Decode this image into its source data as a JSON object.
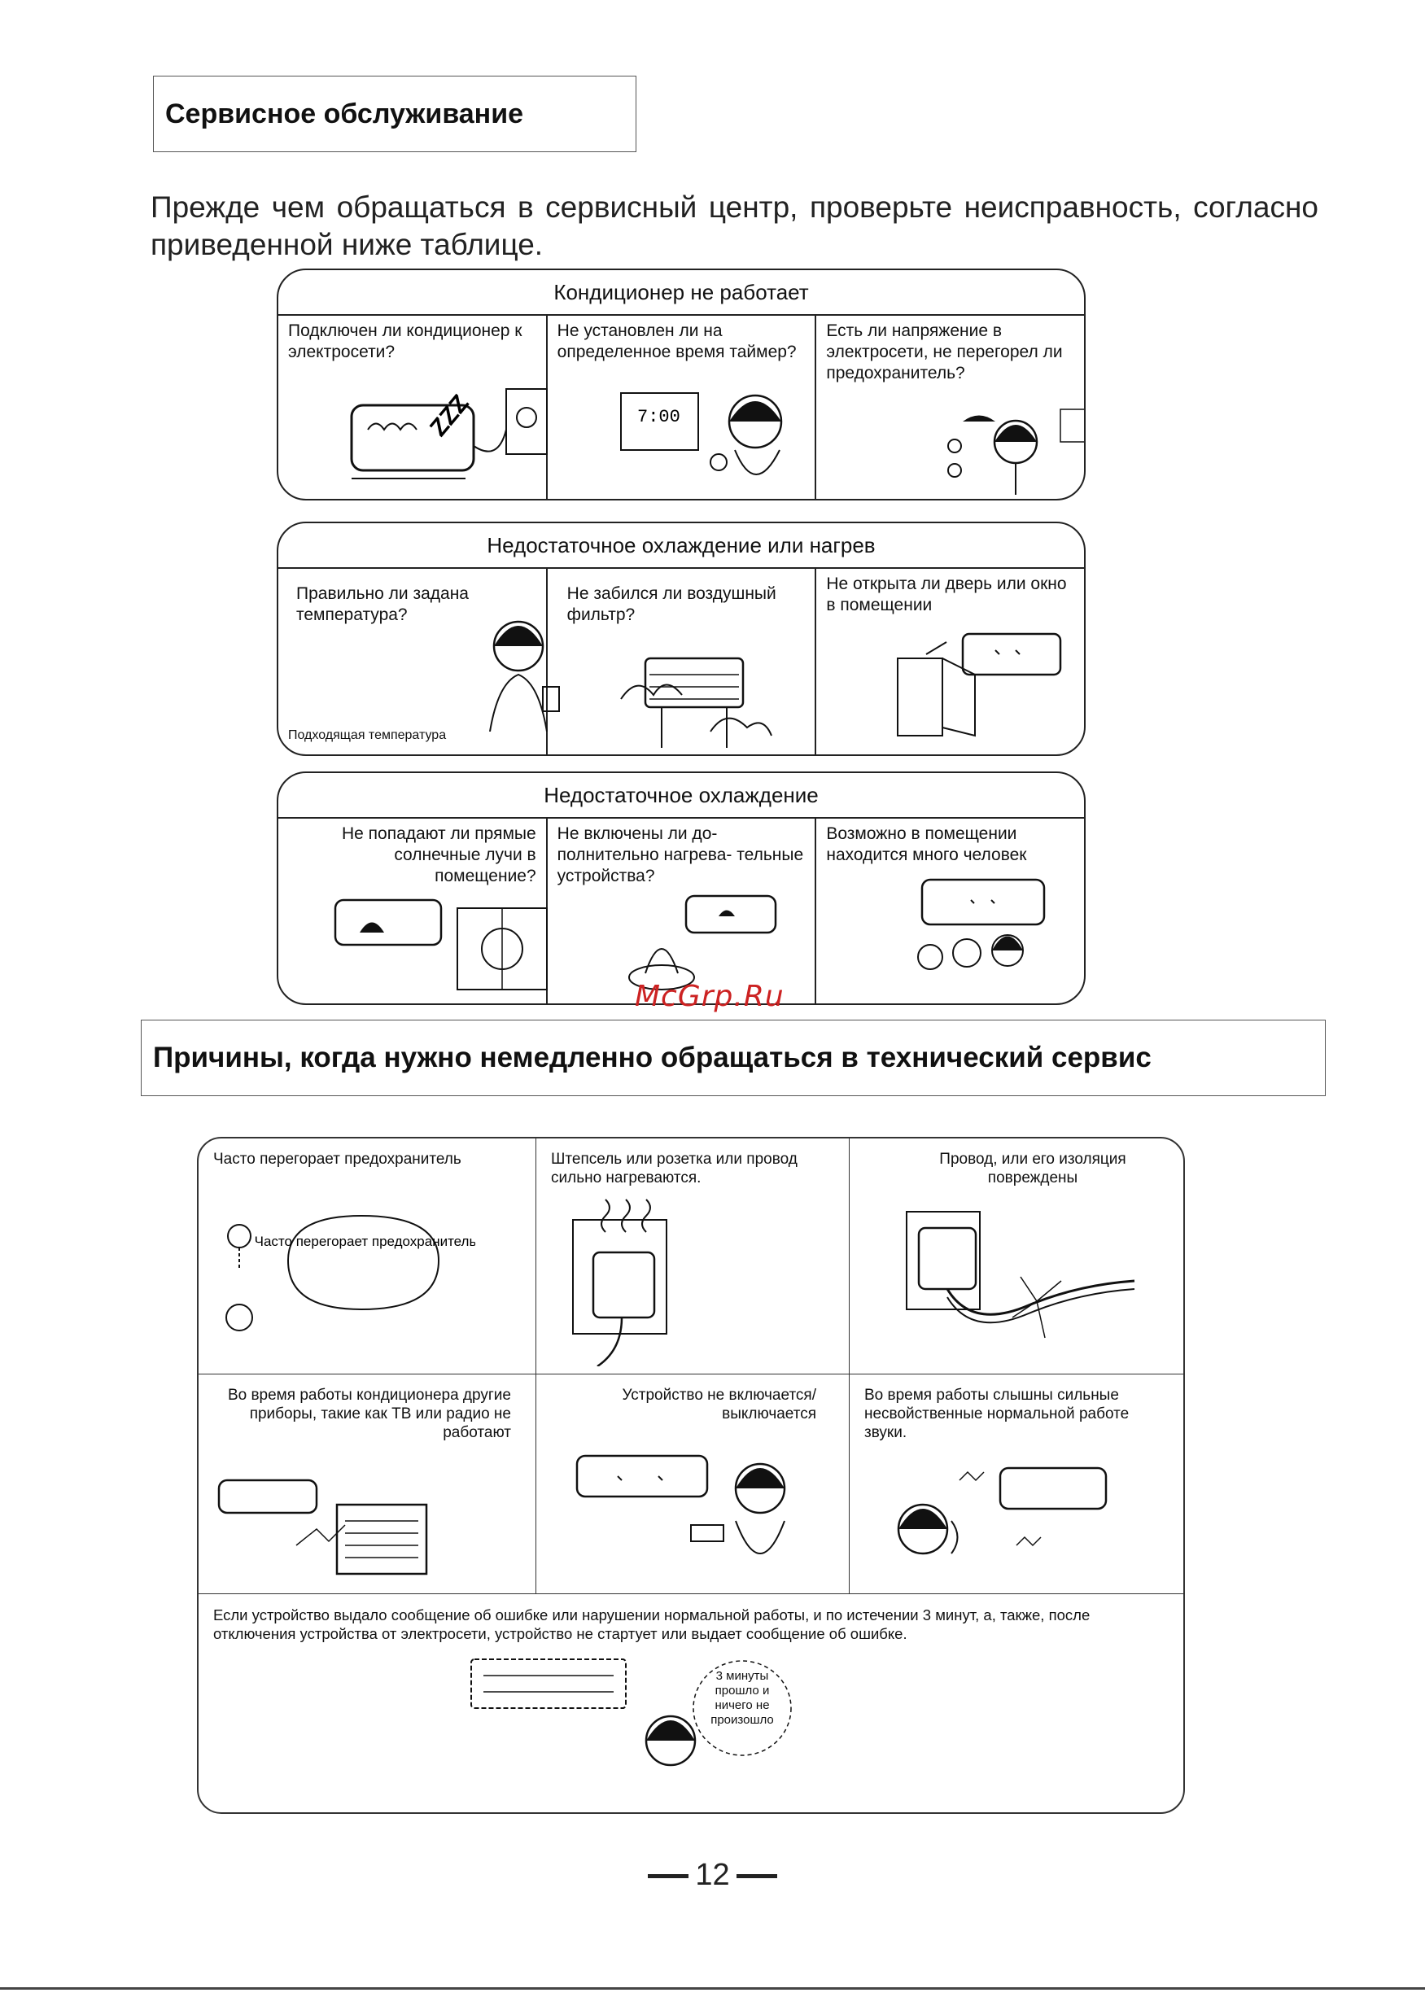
{
  "service_heading": "Сервисное обслуживание",
  "intro_text": "Прежде чем обращаться в сервисный центр, проверьте неисправность, согласно приведенной ниже таблице.",
  "panels": [
    {
      "title": "Кондиционер не работает",
      "cells": [
        {
          "text": "Подключен ли кондиционер к электросети?"
        },
        {
          "text": "Не установлен ли на определенное время таймер?",
          "clock": "7:00"
        },
        {
          "text": "Есть ли напряжение в электросети, не перегорел ли предохранитель?"
        }
      ]
    },
    {
      "title": "Недостаточное охлаждение или нагрев",
      "cells": [
        {
          "text": "Правильно ли задана температура?",
          "caption": "Подходящая температура"
        },
        {
          "text": "Не забился ли воздушный фильтр?"
        },
        {
          "text": "Не открыта ли дверь или окно в помещении"
        }
      ]
    },
    {
      "title": "Недостаточное охлаждение",
      "cells": [
        {
          "text": "Не попадают ли прямые солнечные лучи в помещение?"
        },
        {
          "text": "Не включены ли до- полнительно нагрева- тельные устройства?"
        },
        {
          "text": "Возможно в помещении находится много человек"
        }
      ]
    }
  ],
  "watermark": "McGrp.Ru",
  "urgent_heading": "Причины, когда нужно немедленно обращаться в технический сервис",
  "urgent_cells": {
    "r1": [
      {
        "text": "Часто перегорает предохранитель",
        "bubble": "Часто перегорает предохранитель"
      },
      {
        "text": "Штепсель или розетка или провод сильно нагреваются."
      },
      {
        "text": "Провод, или его изоляция повреждены"
      }
    ],
    "r2": [
      {
        "text": "Во время работы кондиционера другие приборы, такие как ТВ или радио не работают"
      },
      {
        "text": "Устройство не включается/выключается"
      },
      {
        "text": "Во время работы слышны сильные несвойственные нормальной работе звуки."
      }
    ],
    "r3": {
      "text": "Если устройство выдало сообщение об ошибке или нарушении нормальной работы, и по истечении 3 минут, а, также, после отключения устройства от электросети, устройство не стартует или выдает сообщение об ошибке.",
      "bubble": "3 минуты прошло и ничего не произошло"
    }
  },
  "page_number": "12"
}
